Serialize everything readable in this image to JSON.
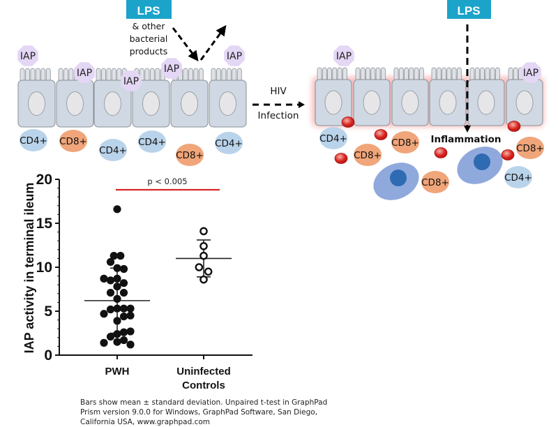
{
  "left_panel": {
    "lps_label": "LPS",
    "bacterial_note": [
      "& other",
      "bacterial",
      "products"
    ],
    "iap_label": "IAP",
    "cells": [
      {
        "label": "CD4+",
        "type": "cd4"
      },
      {
        "label": "CD8+",
        "type": "cd8"
      },
      {
        "label": "CD4+",
        "type": "cd4"
      },
      {
        "label": "CD4+",
        "type": "cd4"
      },
      {
        "label": "CD8+",
        "type": "cd8"
      },
      {
        "label": "CD4+",
        "type": "cd4"
      }
    ]
  },
  "transition": {
    "top": "HIV",
    "bottom": "Infection"
  },
  "right_panel": {
    "lps_label": "LPS",
    "iap_label": "IAP",
    "inflammation_label": "Inflammation",
    "cells": [
      {
        "label": "CD4+",
        "type": "cd4"
      },
      {
        "label": "CD8+",
        "type": "cd8"
      },
      {
        "label": "CD8+",
        "type": "cd8"
      },
      {
        "label": "CD8+",
        "type": "cd8"
      },
      {
        "label": "CD8+",
        "type": "cd8"
      },
      {
        "label": "CD4+",
        "type": "cd4"
      }
    ]
  },
  "colors": {
    "lps_box": "#1ba3c9",
    "iap": "#e4d6f5",
    "cell_fill": "#cfd8e3",
    "nucleus": "#e6e6e8",
    "cd4": "#b9d3ea",
    "cd8": "#f0a57a",
    "macrophage": "#7d9ad6",
    "macrophage_nucleus": "#2e6bb3",
    "rbc": "#d9231f",
    "inflamed_glow": "#f08a8a",
    "sig_line": "#d62828"
  },
  "chart_data": {
    "type": "scatter",
    "ylabel": "IAP activity in terminal ileum",
    "xlabel": "",
    "ylim": [
      0,
      20
    ],
    "yticks": [
      0,
      5,
      10,
      15,
      20
    ],
    "categories": [
      "PWH",
      "Uninfected Controls"
    ],
    "category_labels": [
      [
        "PWH"
      ],
      [
        "Uninfected",
        "Controls"
      ]
    ],
    "series": [
      {
        "name": "PWH",
        "marker": "filled-circle",
        "values": [
          8.7,
          4.7,
          1.4,
          10.6,
          8.5,
          7.1,
          5.2,
          2.1,
          11.3,
          16.6,
          9.9,
          8.7,
          7.8,
          6.4,
          5.3,
          3.9,
          2.4,
          1.5,
          11.3,
          9.8,
          8.2,
          7.1,
          5.3,
          4.4,
          2.6,
          1.7,
          5.3,
          4.5,
          2.7,
          1.2
        ],
        "jitter": [
          -2,
          -2,
          -2,
          -1,
          -1,
          -1,
          -1,
          -1,
          -0.5,
          0,
          0,
          0,
          0,
          0,
          0,
          0,
          0,
          0,
          0.5,
          1,
          1,
          1,
          1,
          1,
          1,
          1,
          2,
          2,
          2,
          2
        ],
        "mean": 6.2,
        "sd_low": 2.5,
        "sd_high": 9.9
      },
      {
        "name": "Uninfected Controls",
        "marker": "open-circle",
        "values": [
          14.1,
          12.4,
          11.3,
          10.0,
          9.5,
          8.6
        ],
        "jitter": [
          0,
          0,
          0,
          -0.7,
          0.7,
          0
        ],
        "mean": 11.0,
        "sd_low": 8.9,
        "sd_high": 13.1
      }
    ],
    "annotation": "p < 0.005",
    "grid": false,
    "legend": "none"
  },
  "caption": [
    "Bars show mean ± standard deviation. Unpaired t-test in GraphPad",
    "Prism version 9.0.0 for Windows, GraphPad Software, San Diego,",
    "California USA, www.graphpad.com"
  ]
}
